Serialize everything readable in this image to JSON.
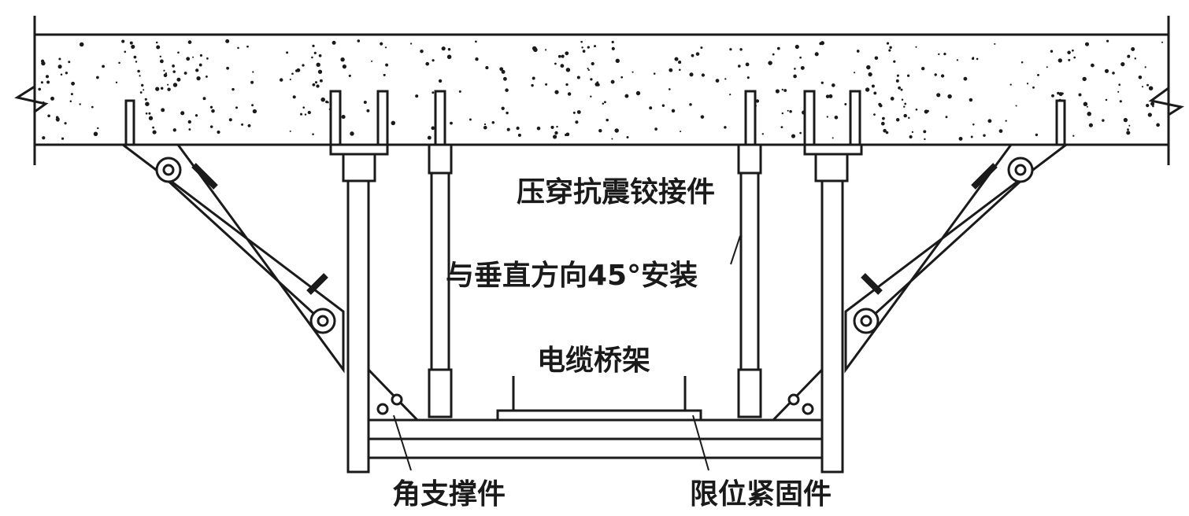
{
  "labels": {
    "hinge_connector": "压穿抗震铰接件",
    "install_angle": "与垂直方向45°安装",
    "cable_tray": "电缆桥架",
    "corner_brace": "角支撑件",
    "limit_fastener": "限位紧固件"
  },
  "colors": {
    "line": "#1a1a1a",
    "background": "#ffffff"
  }
}
